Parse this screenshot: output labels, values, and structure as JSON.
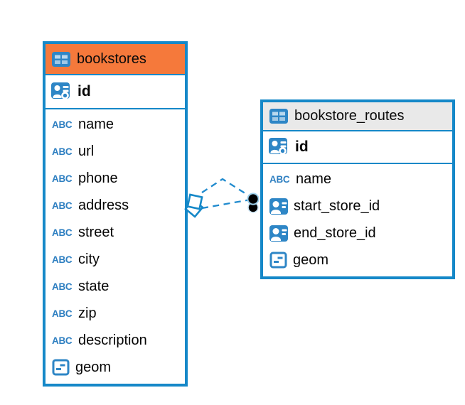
{
  "canvas": {
    "background": "#ffffff",
    "accent_blue": "#1588c8"
  },
  "icons": {
    "text_type_glyph": "ABC"
  },
  "tables": [
    {
      "name": "bookstores",
      "header_color": "#f5793b",
      "primary_key": {
        "name": "id",
        "icon": "primary-key-icon"
      },
      "columns": [
        {
          "name": "name",
          "icon": "text-type-icon"
        },
        {
          "name": "url",
          "icon": "text-type-icon"
        },
        {
          "name": "phone",
          "icon": "text-type-icon"
        },
        {
          "name": "address",
          "icon": "text-type-icon"
        },
        {
          "name": "street",
          "icon": "text-type-icon"
        },
        {
          "name": "city",
          "icon": "text-type-icon"
        },
        {
          "name": "state",
          "icon": "text-type-icon"
        },
        {
          "name": "zip",
          "icon": "text-type-icon"
        },
        {
          "name": "description",
          "icon": "text-type-icon"
        },
        {
          "name": "geom",
          "icon": "geometry-type-icon"
        }
      ]
    },
    {
      "name": "bookstore_routes",
      "header_color": "#e9e9e9",
      "primary_key": {
        "name": "id",
        "icon": "primary-key-icon"
      },
      "columns": [
        {
          "name": "name",
          "icon": "text-type-icon"
        },
        {
          "name": "start_store_id",
          "icon": "foreign-key-icon"
        },
        {
          "name": "end_store_id",
          "icon": "foreign-key-icon"
        },
        {
          "name": "geom",
          "icon": "geometry-type-icon"
        }
      ]
    }
  ],
  "relationship": {
    "from_table": "bookstores",
    "to_table": "bookstore_routes",
    "line_style": "dashed",
    "line_color": "#1f8ace"
  }
}
